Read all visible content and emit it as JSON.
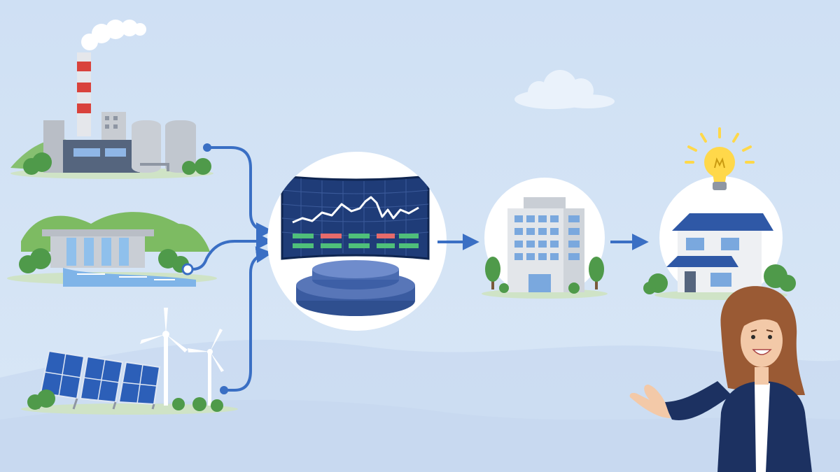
{
  "colors": {
    "sky_top": "#cfe0f4",
    "sky_bottom": "#d9e7f6",
    "hill": "#c3d6ee",
    "flow_line": "#3a6fc4",
    "navy": "#1e3a6e",
    "screen_bg": "#1f3c78",
    "screen_grid": "#3b5a9a",
    "chart_line": "#ffffff",
    "green": "#4f9a4a",
    "green_light": "#7dbb62",
    "ground": "#cfe3c6",
    "roof": "#2f58a6",
    "bulb": "#ffd84a",
    "skin": "#f3c9a8",
    "hair": "#9a5a34",
    "suit": "#1c3161"
  },
  "nodes": {
    "sources": [
      "power-plant",
      "hydro-dam",
      "solar-wind-farm"
    ],
    "hub": "control-center",
    "consumers": [
      "office-building",
      "house"
    ],
    "presenter": "presenter-woman"
  },
  "icons": [
    "smoke-icon",
    "factory-icon",
    "dam-icon",
    "solar-panel-icon",
    "wind-turbine-icon",
    "dashboard-screen-icon",
    "server-platform-icon",
    "office-building-icon",
    "house-icon",
    "light-bulb-icon",
    "cloud-icon"
  ]
}
